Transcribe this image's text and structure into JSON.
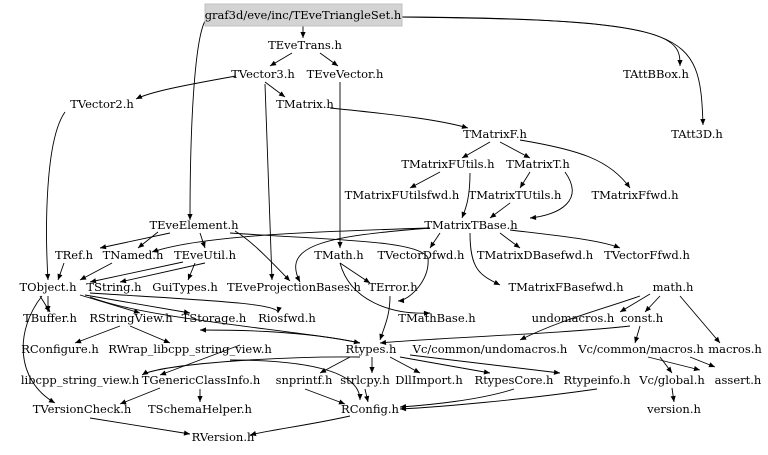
{
  "root": "graf3d/eve/inc/TEveTriangleSet.h",
  "nodes": {
    "teve_trans": "TEveTrans.h",
    "tvector3": "TVector3.h",
    "teve_vector": "TEveVector.h",
    "tattbbox": "TAttBBox.h",
    "tvector2": "TVector2.h",
    "tmatrix": "TMatrix.h",
    "tatt3d": "TAtt3D.h",
    "tmatrixf": "TMatrixF.h",
    "tmatrixfutils": "TMatrixFUtils.h",
    "tmatrixt": "TMatrixT.h",
    "tmatrixfutilsfwd": "TMatrixFUtilsfwd.h",
    "tmatrixtutils": "TMatrixTUtils.h",
    "tmatrixffwd": "TMatrixFfwd.h",
    "teve_element": "TEveElement.h",
    "tmatrixtbase": "TMatrixTBase.h",
    "tref": "TRef.h",
    "tnamed": "TNamed.h",
    "teve_util": "TEveUtil.h",
    "tmath": "TMath.h",
    "tvectordfwd": "TVectorDfwd.h",
    "tmatrixdbasefwd": "TMatrixDBasefwd.h",
    "tvectorffwd": "TVectorFfwd.h",
    "tobject": "TObject.h",
    "tstring": "TString.h",
    "guitypes": "GuiTypes.h",
    "teve_projbases": "TEveProjectionBases.h",
    "terror": "TError.h",
    "tmatrixfbasefwd": "TMatrixFBasefwd.h",
    "math": "math.h",
    "tbuffer": "TBuffer.h",
    "rstringview": "RStringView.h",
    "tstorage": "TStorage.h",
    "riosfwd": "Riosfwd.h",
    "tmathbase": "TMathBase.h",
    "undomacros": "undomacros.h",
    "const": "const.h",
    "rconfigure": "RConfigure.h",
    "rwrap": "RWrap_libcpp_string_view.h",
    "rtypes": "Rtypes.h",
    "vc_undomacros": "Vc/common/undomacros.h",
    "vc_macros": "Vc/common/macros.h",
    "macros": "macros.h",
    "libcpp_sv": "libcpp_string_view.h",
    "tgenericclassinfo": "TGenericClassInfo.h",
    "snprintf": "snprintf.h",
    "strlcpy": "strlcpy.h",
    "dllimport": "DllImport.h",
    "rtypescore": "RtypesCore.h",
    "rtypeinfo": "Rtypeinfo.h",
    "vc_global": "Vc/global.h",
    "assert": "assert.h",
    "tversioncheck": "TVersionCheck.h",
    "tschemahelper": "TSchemaHelper.h",
    "rconfig": "RConfig.h",
    "version": "version.h",
    "rversion": "RVersion.h"
  }
}
